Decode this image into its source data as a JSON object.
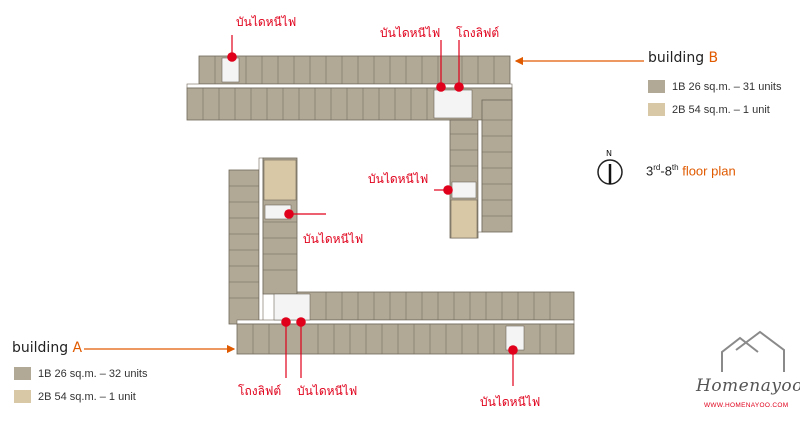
{
  "annotations": {
    "fire_stair_1": "บันไดหนีไฟ",
    "fire_stair_2": "บันไดหนีไฟ",
    "lift_top": "โถงลิฟต์",
    "fire_stair_3": "บันไดหนีไฟ",
    "fire_stair_4": "บันไดหนีไฟ",
    "lift_bottom": "โถงลิฟต์",
    "fire_stair_5": "บันไดหนีไฟ",
    "fire_stair_6": "บันไดหนีไฟ"
  },
  "building_b": {
    "label": "building ",
    "letter": "B",
    "legend": [
      {
        "text": "1B 26 sq.m. – 31 units",
        "color": "#b1a896"
      },
      {
        "text": "2B 54 sq.m. – 1 unit",
        "color": "#d8c8a6"
      }
    ]
  },
  "building_a": {
    "label": "building ",
    "letter": "A",
    "legend": [
      {
        "text": "1B 26 sq.m. – 32 units",
        "color": "#b1a896"
      },
      {
        "text": "2B 54 sq.m. – 1 unit",
        "color": "#d8c8a6"
      }
    ]
  },
  "compass": {
    "north": "N"
  },
  "floor_plan": {
    "base_a": "3",
    "sup_a": "rd",
    "dash": "-8",
    "sup_b": "th",
    "text": " floor plan"
  },
  "logo": {
    "name": "Homenayoo",
    "url": "WWW.HOMENAYOO.COM"
  },
  "colors": {
    "unit_1b": "#b1a896",
    "unit_2b": "#d8c8a6",
    "marker": "#e0001b",
    "arrow": "#e05a00"
  }
}
